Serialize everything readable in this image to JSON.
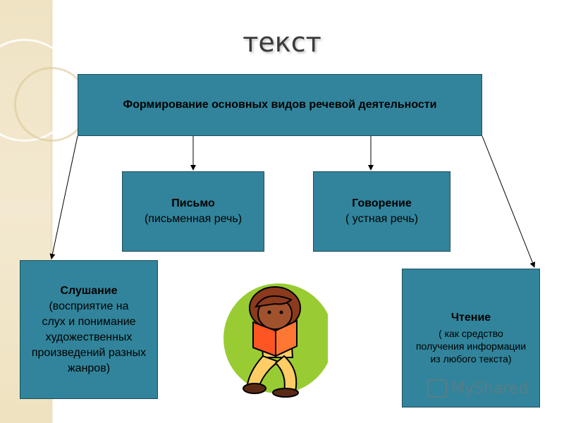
{
  "slide": {
    "title": "текст"
  },
  "diagram": {
    "main": {
      "text": "Формирование основных видов речевой деятельности"
    },
    "children": [
      {
        "id": "pismo",
        "head": "Письмо",
        "lines": [
          "(письменная речь)"
        ]
      },
      {
        "id": "govorenie",
        "head": "Говорение",
        "lines": [
          "( устная речь)"
        ]
      },
      {
        "id": "slushanie",
        "head": "Слушание",
        "lines": [
          "(восприятие на",
          "слух и понимание",
          "художественных",
          "произведений разных",
          "жанров)"
        ]
      },
      {
        "id": "chtenie",
        "head": "Чтение",
        "lines": [
          "( как средство",
          "получения информации",
          "из любого текста)"
        ]
      }
    ]
  },
  "watermark": {
    "text": "MyShared"
  },
  "colors": {
    "box_fill": "#31849b",
    "box_border": "#1f4e5c",
    "accent_circle": "#99cc33"
  },
  "illustration": {
    "icon": "girl-reading-book-icon"
  }
}
